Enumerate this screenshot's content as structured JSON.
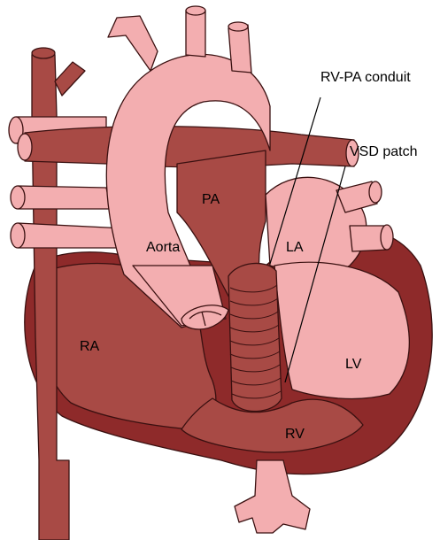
{
  "labels": {
    "pa": "PA",
    "aorta": "Aorta",
    "la": "LA",
    "ra": "RA",
    "lv": "LV",
    "rv": "RV"
  },
  "callouts": {
    "rv_pa_conduit": "RV-PA conduit",
    "vsd_patch": "VSD patch"
  },
  "colors": {
    "deoxygenated": "#a84a45",
    "myocardium": "#8e2a2a",
    "oxygenated": "#f3aeb0",
    "outline": "#3a1010"
  }
}
